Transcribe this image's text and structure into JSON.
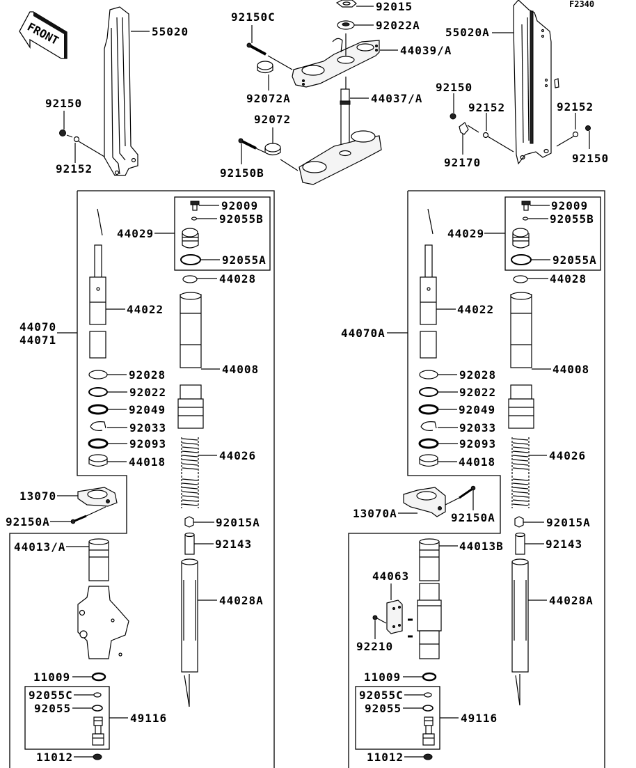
{
  "diagram": {
    "code": "F2340",
    "front_label": "FRONT",
    "top_left": {
      "guard": "55020",
      "bolt": "92150",
      "collar": "92152"
    },
    "top_center": {
      "nut": "92015",
      "washer": "92022A",
      "upper_bracket": "44039/A",
      "bolt_upper": "92150C",
      "clamp_upper": "92072A",
      "stem": "44037/A",
      "clamp_lower": "92072",
      "bolt_lower": "92150B"
    },
    "top_right": {
      "guard": "55020A",
      "bolt_left": "92150",
      "collar_left": "92152",
      "collar_right": "92152",
      "bolt_right": "92150",
      "bracket": "92170"
    },
    "left_fork": {
      "assembly": [
        "44070",
        "44071"
      ],
      "cap_bolt": "92009",
      "oring_small": "92055B",
      "cap": "44029",
      "oring_large": "92055A",
      "washer": "44028",
      "cylinder": "44022",
      "outer_tube": "44008",
      "bushing": "92028",
      "washer2": "92022",
      "oil_seal": "92049",
      "circlip": "92033",
      "dust_seal": "92093",
      "guide_bushing": "44018",
      "spring": "44026",
      "holder": "13070",
      "holder_bolt": "92150A",
      "nut": "92015A",
      "collar": "92143",
      "inner_tube": "44013/A",
      "pipe": "44028A",
      "gasket": "11009",
      "valve_assy": "49116",
      "oring_c": "92055C",
      "oring": "92055",
      "cap_nut": "11012"
    },
    "right_fork": {
      "assembly": "44070A",
      "cap_bolt": "92009",
      "oring_small": "92055B",
      "cap": "44029",
      "oring_large": "92055A",
      "washer": "44028",
      "cylinder": "44022",
      "outer_tube": "44008",
      "bushing": "92028",
      "washer2": "92022",
      "oil_seal": "92049",
      "circlip": "92033",
      "dust_seal": "92093",
      "guide_bushing": "44018",
      "spring": "44026",
      "holder": "13070A",
      "holder_bolt": "92150A",
      "nut": "92015A",
      "collar": "92143",
      "inner_tube": "44013B",
      "clamp": "44063",
      "clamp_nut": "92210",
      "pipe": "44028A",
      "gasket": "11009",
      "valve_assy": "49116",
      "oring_c": "92055C",
      "oring": "92055",
      "cap_nut": "11012"
    }
  }
}
